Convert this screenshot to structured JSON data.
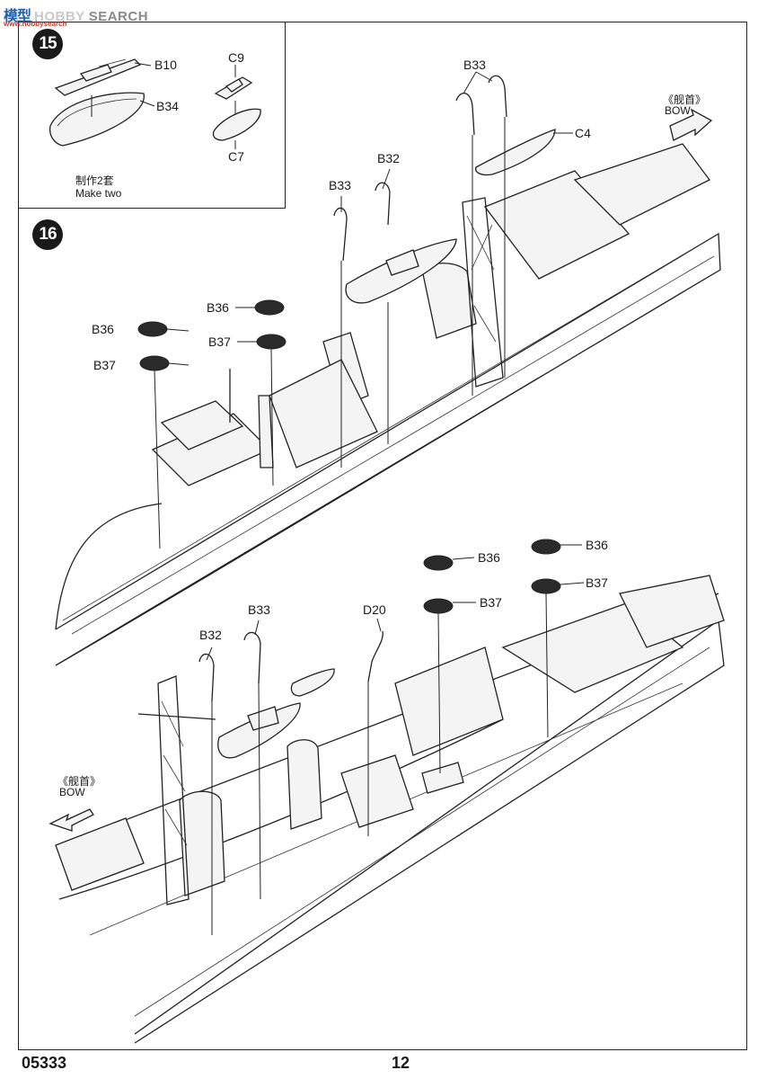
{
  "header": {
    "logo_text": "模型",
    "watermark_text": "SEARCH",
    "watermark_prefix": "HOBBY",
    "watermark_url": "www.hobbysearch"
  },
  "steps": [
    {
      "number": "15"
    },
    {
      "number": "16"
    }
  ],
  "step15": {
    "parts": {
      "b10": "B10",
      "b34": "B34",
      "c9": "C9",
      "c7": "C7"
    },
    "note_cn": "制作2套",
    "note_en": "Make two"
  },
  "step16_upper": {
    "bow_cn": "《舰首》",
    "bow_en": "BOW",
    "parts": {
      "b33_top": "B33",
      "c4": "C4",
      "b32": "B32",
      "b33_left": "B33",
      "b36_a": "B36",
      "b37_a": "B37",
      "b36_b": "B36",
      "b37_b": "B37"
    }
  },
  "step16_lower": {
    "bow_cn": "《舰首》",
    "bow_en": "BOW",
    "parts": {
      "b36_c": "B36",
      "b36_d": "B36",
      "b37_c": "B37",
      "b37_d": "B37",
      "b32": "B32",
      "b33": "B33",
      "d20": "D20"
    }
  },
  "footer": {
    "code": "05333",
    "page": "12"
  },
  "colors": {
    "ink": "#1a1a1a",
    "watermark_blue": "#1d5fb5",
    "watermark_grey": "#8a8a8a"
  }
}
